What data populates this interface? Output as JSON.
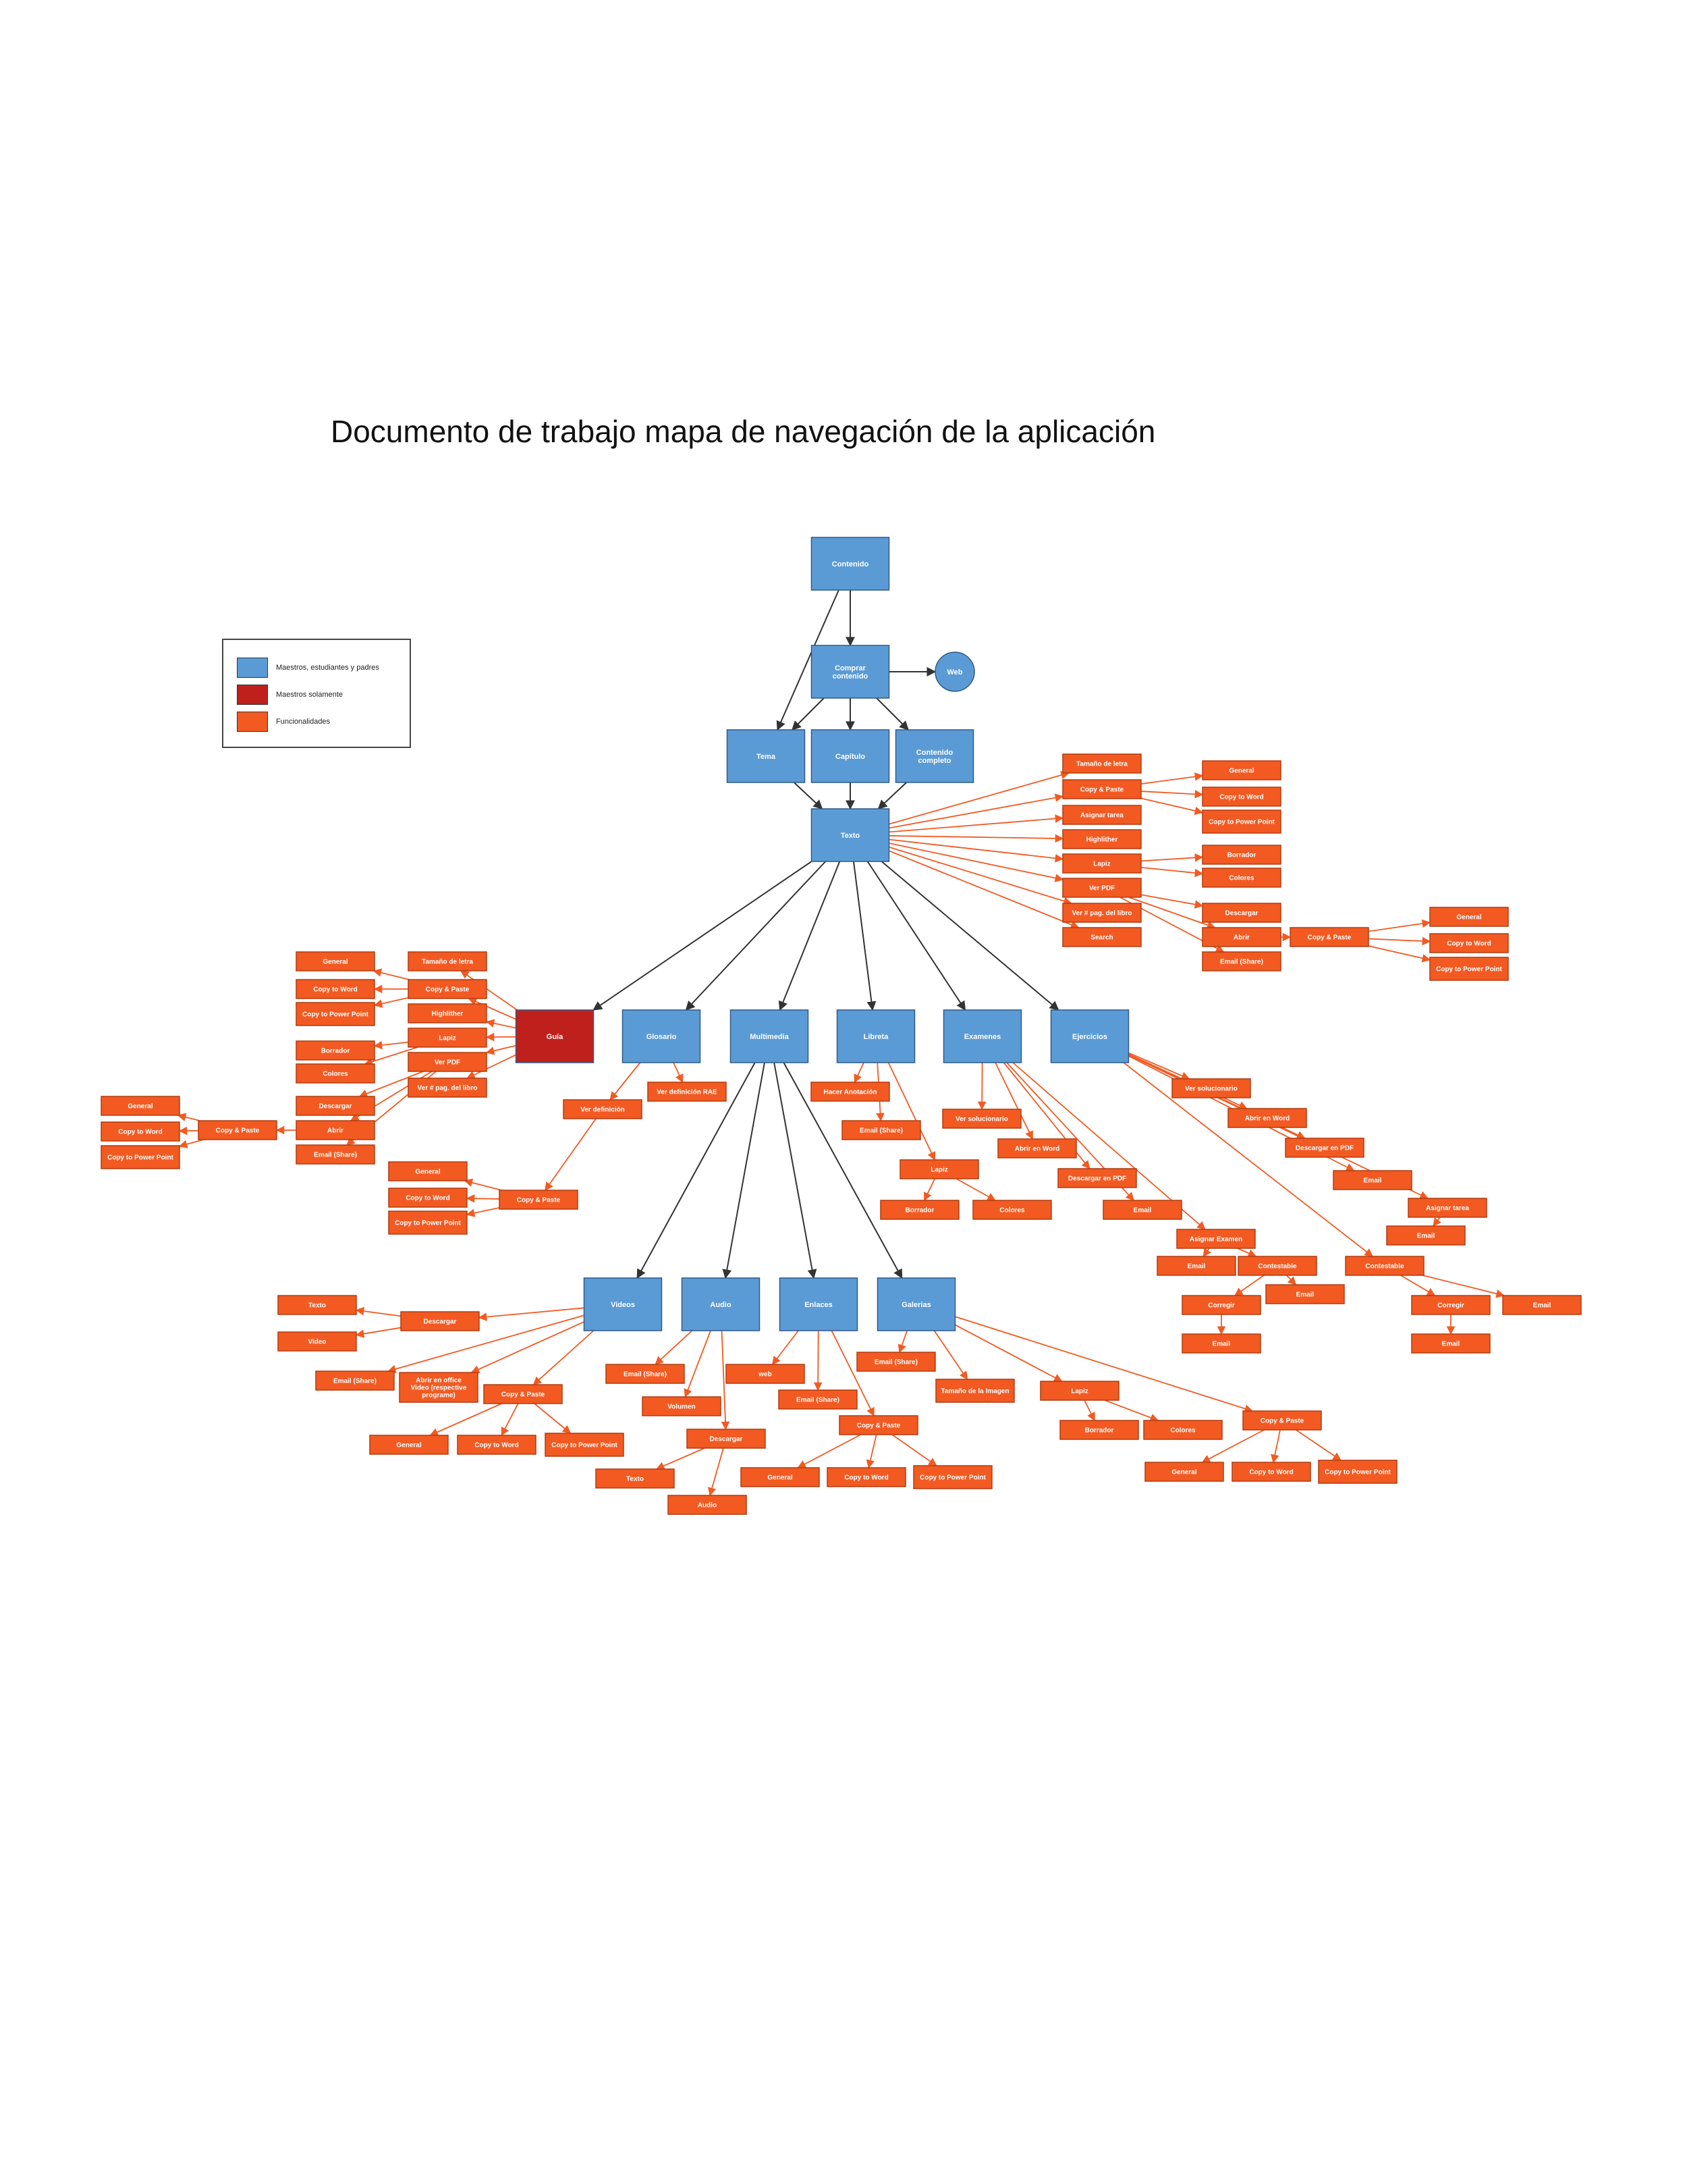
{
  "title": "Documento de trabajo mapa de navegación de la aplicación",
  "colors": {
    "blue": "#5b9bd5",
    "blue_border": "#2f5b8a",
    "red": "#c0201c",
    "orange": "#f25a22",
    "orange_border": "#b23d10",
    "edge_dark": "#333333",
    "edge_orange": "#f25a22"
  },
  "legend": [
    {
      "label": "Maestros, estudiantes y padres",
      "color": "#5b9bd5"
    },
    {
      "label": "Maestros solamente",
      "color": "#c0201c"
    },
    {
      "label": "Funcionalidades",
      "color": "#f25a22"
    }
  ],
  "nodes": [
    {
      "id": "contenido",
      "label": "Contenido",
      "type": "blue"
    },
    {
      "id": "comprar",
      "label": "Comprar contenido",
      "type": "blue"
    },
    {
      "id": "web",
      "label": "Web",
      "type": "circle"
    },
    {
      "id": "tema",
      "label": "Tema",
      "type": "blue"
    },
    {
      "id": "capitulo",
      "label": "Capítulo",
      "type": "blue"
    },
    {
      "id": "completo",
      "label": "Contenido completo",
      "type": "blue"
    },
    {
      "id": "texto",
      "label": "Texto",
      "type": "blue"
    },
    {
      "id": "guia",
      "label": "Guía",
      "type": "red"
    },
    {
      "id": "glosario",
      "label": "Glosario",
      "type": "blue"
    },
    {
      "id": "multimedia",
      "label": "Multimedia",
      "type": "blue"
    },
    {
      "id": "libreta",
      "label": "Libreta",
      "type": "blue"
    },
    {
      "id": "examenes",
      "label": "Examenes",
      "type": "blue"
    },
    {
      "id": "ejercicios",
      "label": "Ejercicios",
      "type": "blue"
    },
    {
      "id": "videos",
      "label": "Videos",
      "type": "blue"
    },
    {
      "id": "audio",
      "label": "Audio",
      "type": "blue"
    },
    {
      "id": "enlaces",
      "label": "Enlaces",
      "type": "blue"
    },
    {
      "id": "galerias",
      "label": "Galerias",
      "type": "blue"
    },
    {
      "id": "t_tam",
      "label": "Tamaño de letra",
      "type": "orange"
    },
    {
      "id": "t_cp",
      "label": "Copy & Paste",
      "type": "orange"
    },
    {
      "id": "t_asig",
      "label": "Asignar tarea",
      "type": "orange"
    },
    {
      "id": "t_hl",
      "label": "Highlither",
      "type": "orange"
    },
    {
      "id": "t_lapiz",
      "label": "Lapiz",
      "type": "orange"
    },
    {
      "id": "t_pdf",
      "label": "Ver PDF",
      "type": "orange"
    },
    {
      "id": "t_pag",
      "label": "Ver # pag. del libro",
      "type": "orange"
    },
    {
      "id": "t_search",
      "label": "Search",
      "type": "orange"
    },
    {
      "id": "t_gen",
      "label": "General",
      "type": "orange"
    },
    {
      "id": "t_word",
      "label": "Copy to Word",
      "type": "orange"
    },
    {
      "id": "t_ppt",
      "label": "Copy to Power Point",
      "type": "orange"
    },
    {
      "id": "t_borr",
      "label": "Borrador",
      "type": "orange"
    },
    {
      "id": "t_col",
      "label": "Colores",
      "type": "orange"
    },
    {
      "id": "t_desc",
      "label": "Descargar",
      "type": "orange"
    },
    {
      "id": "t_abrir",
      "label": "Abrir",
      "type": "orange"
    },
    {
      "id": "t_email",
      "label": "Email (Share)",
      "type": "orange"
    },
    {
      "id": "t_cp2",
      "label": "Copy & Paste",
      "type": "orange"
    },
    {
      "id": "t_gen2",
      "label": "General",
      "type": "orange"
    },
    {
      "id": "t_word2",
      "label": "Copy to Word",
      "type": "orange"
    },
    {
      "id": "t_ppt2",
      "label": "Copy to Power Point",
      "type": "orange"
    },
    {
      "id": "g_tam",
      "label": "Tamaño de letra",
      "type": "orange"
    },
    {
      "id": "g_cp",
      "label": "Copy & Paste",
      "type": "orange"
    },
    {
      "id": "g_hl",
      "label": "Highlither",
      "type": "orange"
    },
    {
      "id": "g_lapiz",
      "label": "Lapiz",
      "type": "orange"
    },
    {
      "id": "g_pdf",
      "label": "Ver PDF",
      "type": "orange"
    },
    {
      "id": "g_pag",
      "label": "Ver # pag. del libro",
      "type": "orange"
    },
    {
      "id": "g_gen",
      "label": "General",
      "type": "orange"
    },
    {
      "id": "g_word",
      "label": "Copy to Word",
      "type": "orange"
    },
    {
      "id": "g_ppt",
      "label": "Copy to Power Point",
      "type": "orange"
    },
    {
      "id": "g_borr",
      "label": "Borrador",
      "type": "orange"
    },
    {
      "id": "g_col",
      "label": "Colores",
      "type": "orange"
    },
    {
      "id": "g_desc",
      "label": "Descargar",
      "type": "orange"
    },
    {
      "id": "g_abrir",
      "label": "Abrir",
      "type": "orange"
    },
    {
      "id": "g_email",
      "label": "Email (Share)",
      "type": "orange"
    },
    {
      "id": "g_cp2",
      "label": "Copy & Paste",
      "type": "orange"
    },
    {
      "id": "g_gen2",
      "label": "General",
      "type": "orange"
    },
    {
      "id": "g_word2",
      "label": "Copy to Word",
      "type": "orange"
    },
    {
      "id": "g_ppt2",
      "label": "Copy to Power Point",
      "type": "orange"
    },
    {
      "id": "gl_def",
      "label": "Ver definición",
      "type": "orange"
    },
    {
      "id": "gl_rae",
      "label": "Ver definición RAE",
      "type": "orange"
    },
    {
      "id": "gl_cp",
      "label": "Copy & Paste",
      "type": "orange"
    },
    {
      "id": "gl_gen",
      "label": "General",
      "type": "orange"
    },
    {
      "id": "gl_word",
      "label": "Copy to Word",
      "type": "orange"
    },
    {
      "id": "gl_ppt",
      "label": "Copy to Power Point",
      "type": "orange"
    },
    {
      "id": "l_anot",
      "label": "Hacer Anotación",
      "type": "orange"
    },
    {
      "id": "l_email",
      "label": "Email (Share)",
      "type": "orange"
    },
    {
      "id": "l_lapiz",
      "label": "Lapiz",
      "type": "orange"
    },
    {
      "id": "l_borr",
      "label": "Borrador",
      "type": "orange"
    },
    {
      "id": "l_col",
      "label": "Colores",
      "type": "orange"
    },
    {
      "id": "e_sol",
      "label": "Ver solucionario",
      "type": "orange"
    },
    {
      "id": "e_word",
      "label": "Abrir en Word",
      "type": "orange"
    },
    {
      "id": "e_pdf",
      "label": "Descargar en PDF",
      "type": "orange"
    },
    {
      "id": "e_email",
      "label": "Email",
      "type": "orange"
    },
    {
      "id": "e_asig",
      "label": "Asignar Examen",
      "type": "orange"
    },
    {
      "id": "e_email2",
      "label": "Email",
      "type": "orange"
    },
    {
      "id": "e_cont",
      "label": "Contestable",
      "type": "orange"
    },
    {
      "id": "e_email3",
      "label": "Email",
      "type": "orange"
    },
    {
      "id": "e_corr",
      "label": "Corregir",
      "type": "orange"
    },
    {
      "id": "e_email4",
      "label": "Email",
      "type": "orange"
    },
    {
      "id": "j_sol",
      "label": "Ver solucionario",
      "type": "orange"
    },
    {
      "id": "j_word",
      "label": "Abrir en Word",
      "type": "orange"
    },
    {
      "id": "j_pdf",
      "label": "Descargar en PDF",
      "type": "orange"
    },
    {
      "id": "j_email",
      "label": "Email",
      "type": "orange"
    },
    {
      "id": "j_asig",
      "label": "Asignar tarea",
      "type": "orange"
    },
    {
      "id": "j_email2",
      "label": "Email",
      "type": "orange"
    },
    {
      "id": "j_cont",
      "label": "Contestable",
      "type": "orange"
    },
    {
      "id": "j_corr",
      "label": "Corregir",
      "type": "orange"
    },
    {
      "id": "j_email3",
      "label": "Email",
      "type": "orange"
    },
    {
      "id": "j_email4",
      "label": "Email",
      "type": "orange"
    },
    {
      "id": "v_texto",
      "label": "Texto",
      "type": "orange"
    },
    {
      "id": "v_video",
      "label": "Video",
      "type": "orange"
    },
    {
      "id": "v_desc",
      "label": "Descargar",
      "type": "orange"
    },
    {
      "id": "v_email",
      "label": "Email (Share)",
      "type": "orange"
    },
    {
      "id": "v_office",
      "label": "Abrir en office Video (respective programe)",
      "type": "orange"
    },
    {
      "id": "v_cp",
      "label": "Copy & Paste",
      "type": "orange"
    },
    {
      "id": "v_gen",
      "label": "General",
      "type": "orange"
    },
    {
      "id": "v_word",
      "label": "Copy to Word",
      "type": "orange"
    },
    {
      "id": "v_ppt",
      "label": "Copy to Power Point",
      "type": "orange"
    },
    {
      "id": "a_email",
      "label": "Email (Share)",
      "type": "orange"
    },
    {
      "id": "a_vol",
      "label": "Volumen",
      "type": "orange"
    },
    {
      "id": "a_desc",
      "label": "Descargar",
      "type": "orange"
    },
    {
      "id": "a_texto",
      "label": "Texto",
      "type": "orange"
    },
    {
      "id": "a_audio",
      "label": "Audio",
      "type": "orange"
    },
    {
      "id": "en_web",
      "label": "web",
      "type": "orange"
    },
    {
      "id": "en_email",
      "label": "Email (Share)",
      "type": "orange"
    },
    {
      "id": "en_cp",
      "label": "Copy & Paste",
      "type": "orange"
    },
    {
      "id": "en_gen",
      "label": "General",
      "type": "orange"
    },
    {
      "id": "en_word",
      "label": "Copy to Word",
      "type": "orange"
    },
    {
      "id": "en_ppt",
      "label": "Copy to Power Point",
      "type": "orange"
    },
    {
      "id": "ga_email",
      "label": "Email (Share)",
      "type": "orange"
    },
    {
      "id": "ga_tam",
      "label": "Tamaño de la Imagen",
      "type": "orange"
    },
    {
      "id": "ga_lapiz",
      "label": "Lapiz",
      "type": "orange"
    },
    {
      "id": "ga_borr",
      "label": "Borrador",
      "type": "orange"
    },
    {
      "id": "ga_col",
      "label": "Colores",
      "type": "orange"
    },
    {
      "id": "ga_cp",
      "label": "Copy & Paste",
      "type": "orange"
    },
    {
      "id": "ga_gen",
      "label": "General",
      "type": "orange"
    },
    {
      "id": "ga_word",
      "label": "Copy to Word",
      "type": "orange"
    },
    {
      "id": "ga_ppt",
      "label": "Copy to Power Point",
      "type": "orange"
    }
  ],
  "edges": [
    [
      "contenido",
      "comprar",
      "dark"
    ],
    [
      "contenido",
      "tema",
      "dark"
    ],
    [
      "comprar",
      "web",
      "dark"
    ],
    [
      "comprar",
      "tema",
      "dark"
    ],
    [
      "comprar",
      "capitulo",
      "dark"
    ],
    [
      "comprar",
      "completo",
      "dark"
    ],
    [
      "tema",
      "texto",
      "dark"
    ],
    [
      "capitulo",
      "texto",
      "dark"
    ],
    [
      "completo",
      "texto",
      "dark"
    ],
    [
      "texto",
      "guia",
      "dark"
    ],
    [
      "texto",
      "glosario",
      "dark"
    ],
    [
      "texto",
      "multimedia",
      "dark"
    ],
    [
      "texto",
      "libreta",
      "dark"
    ],
    [
      "texto",
      "examenes",
      "dark"
    ],
    [
      "texto",
      "ejercicios",
      "dark"
    ],
    [
      "multimedia",
      "videos",
      "dark"
    ],
    [
      "multimedia",
      "audio",
      "dark"
    ],
    [
      "multimedia",
      "enlaces",
      "dark"
    ],
    [
      "multimedia",
      "galerias",
      "dark"
    ],
    [
      "texto",
      "t_tam",
      "o"
    ],
    [
      "texto",
      "t_cp",
      "o"
    ],
    [
      "texto",
      "t_asig",
      "o"
    ],
    [
      "texto",
      "t_hl",
      "o"
    ],
    [
      "texto",
      "t_lapiz",
      "o"
    ],
    [
      "texto",
      "t_pdf",
      "o"
    ],
    [
      "texto",
      "t_pag",
      "o"
    ],
    [
      "texto",
      "t_search",
      "o"
    ],
    [
      "t_cp",
      "t_gen",
      "o"
    ],
    [
      "t_cp",
      "t_word",
      "o"
    ],
    [
      "t_cp",
      "t_ppt",
      "o"
    ],
    [
      "t_lapiz",
      "t_borr",
      "o"
    ],
    [
      "t_lapiz",
      "t_col",
      "o"
    ],
    [
      "t_pdf",
      "t_desc",
      "o"
    ],
    [
      "t_pdf",
      "t_abrir",
      "o"
    ],
    [
      "t_pdf",
      "t_email",
      "o"
    ],
    [
      "t_abrir",
      "t_cp2",
      "o"
    ],
    [
      "t_cp2",
      "t_gen2",
      "o"
    ],
    [
      "t_cp2",
      "t_word2",
      "o"
    ],
    [
      "t_cp2",
      "t_ppt2",
      "o"
    ],
    [
      "guia",
      "g_tam",
      "o"
    ],
    [
      "guia",
      "g_cp",
      "o"
    ],
    [
      "guia",
      "g_hl",
      "o"
    ],
    [
      "guia",
      "g_lapiz",
      "o"
    ],
    [
      "guia",
      "g_pdf",
      "o"
    ],
    [
      "guia",
      "g_pag",
      "o"
    ],
    [
      "g_cp",
      "g_gen",
      "o"
    ],
    [
      "g_cp",
      "g_word",
      "o"
    ],
    [
      "g_cp",
      "g_ppt",
      "o"
    ],
    [
      "g_lapiz",
      "g_borr",
      "o"
    ],
    [
      "g_lapiz",
      "g_col",
      "o"
    ],
    [
      "g_pdf",
      "g_desc",
      "o"
    ],
    [
      "g_pdf",
      "g_abrir",
      "o"
    ],
    [
      "g_pdf",
      "g_email",
      "o"
    ],
    [
      "g_abrir",
      "g_cp2",
      "o"
    ],
    [
      "g_cp2",
      "g_gen2",
      "o"
    ],
    [
      "g_cp2",
      "g_word2",
      "o"
    ],
    [
      "g_cp2",
      "g_ppt2",
      "o"
    ],
    [
      "glosario",
      "gl_def",
      "o"
    ],
    [
      "glosario",
      "gl_rae",
      "o"
    ],
    [
      "gl_def",
      "gl_cp",
      "o"
    ],
    [
      "gl_cp",
      "gl_gen",
      "o"
    ],
    [
      "gl_cp",
      "gl_word",
      "o"
    ],
    [
      "gl_cp",
      "gl_ppt",
      "o"
    ],
    [
      "libreta",
      "l_anot",
      "o"
    ],
    [
      "libreta",
      "l_email",
      "o"
    ],
    [
      "libreta",
      "l_lapiz",
      "o"
    ],
    [
      "l_lapiz",
      "l_borr",
      "o"
    ],
    [
      "l_lapiz",
      "l_col",
      "o"
    ],
    [
      "examenes",
      "e_sol",
      "o"
    ],
    [
      "examenes",
      "e_word",
      "o"
    ],
    [
      "examenes",
      "e_pdf",
      "o"
    ],
    [
      "examenes",
      "e_email",
      "o"
    ],
    [
      "examenes",
      "e_asig",
      "o"
    ],
    [
      "e_asig",
      "e_email2",
      "o"
    ],
    [
      "e_asig",
      "e_cont",
      "o"
    ],
    [
      "e_cont",
      "e_email3",
      "o"
    ],
    [
      "e_cont",
      "e_corr",
      "o"
    ],
    [
      "e_corr",
      "e_email4",
      "o"
    ],
    [
      "ejercicios",
      "j_sol",
      "o"
    ],
    [
      "ejercicios",
      "j_word",
      "o"
    ],
    [
      "ejercicios",
      "j_pdf",
      "o"
    ],
    [
      "ejercicios",
      "j_email",
      "o"
    ],
    [
      "ejercicios",
      "j_asig",
      "o"
    ],
    [
      "j_asig",
      "j_email2",
      "o"
    ],
    [
      "ejercicios",
      "j_cont",
      "o"
    ],
    [
      "j_cont",
      "j_corr",
      "o"
    ],
    [
      "j_cont",
      "j_email4",
      "o"
    ],
    [
      "j_corr",
      "j_email3",
      "o"
    ],
    [
      "videos",
      "v_desc",
      "o"
    ],
    [
      "v_desc",
      "v_texto",
      "o"
    ],
    [
      "v_desc",
      "v_video",
      "o"
    ],
    [
      "videos",
      "v_email",
      "o"
    ],
    [
      "videos",
      "v_office",
      "o"
    ],
    [
      "videos",
      "v_cp",
      "o"
    ],
    [
      "v_cp",
      "v_gen",
      "o"
    ],
    [
      "v_cp",
      "v_word",
      "o"
    ],
    [
      "v_cp",
      "v_ppt",
      "o"
    ],
    [
      "audio",
      "a_email",
      "o"
    ],
    [
      "audio",
      "a_vol",
      "o"
    ],
    [
      "audio",
      "a_desc",
      "o"
    ],
    [
      "a_desc",
      "a_texto",
      "o"
    ],
    [
      "a_desc",
      "a_audio",
      "o"
    ],
    [
      "enlaces",
      "en_web",
      "o"
    ],
    [
      "enlaces",
      "en_email",
      "o"
    ],
    [
      "enlaces",
      "en_cp",
      "o"
    ],
    [
      "en_cp",
      "en_gen",
      "o"
    ],
    [
      "en_cp",
      "en_word",
      "o"
    ],
    [
      "en_cp",
      "en_ppt",
      "o"
    ],
    [
      "galerias",
      "ga_email",
      "o"
    ],
    [
      "galerias",
      "ga_tam",
      "o"
    ],
    [
      "galerias",
      "ga_lapiz",
      "o"
    ],
    [
      "galerias",
      "ga_cp",
      "o"
    ],
    [
      "ga_lapiz",
      "ga_borr",
      "o"
    ],
    [
      "ga_lapiz",
      "ga_col",
      "o"
    ],
    [
      "ga_cp",
      "ga_gen",
      "o"
    ],
    [
      "ga_cp",
      "ga_word",
      "o"
    ],
    [
      "ga_cp",
      "ga_ppt",
      "o"
    ]
  ]
}
